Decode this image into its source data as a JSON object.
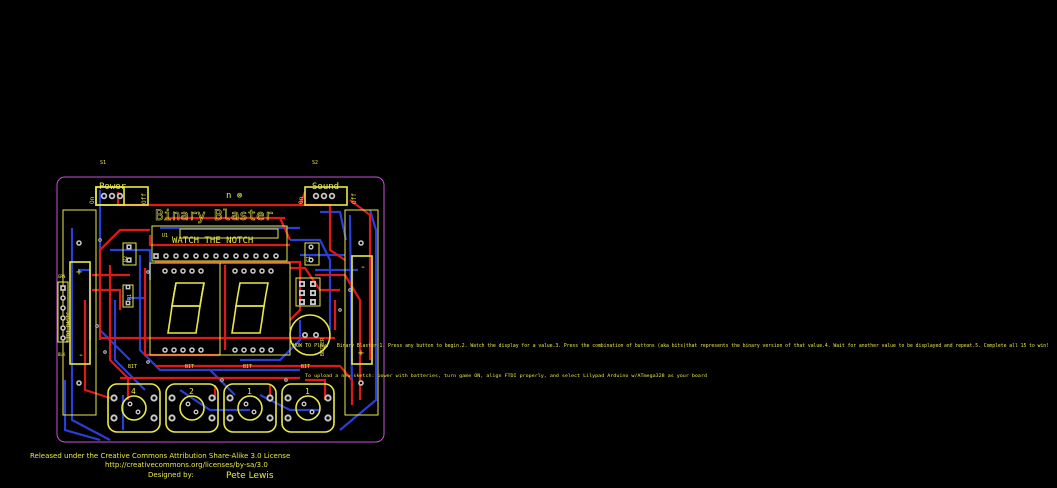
{
  "board": {
    "title": "Binary Blaster",
    "subtitle": "WATCH THE NOTCH",
    "logo": "n ⊗"
  },
  "labels": {
    "s1": "S1",
    "s2": "S2",
    "power": "Power",
    "sound": "Sound",
    "on": "On",
    "off": "Off",
    "ftdi": "FTDI BASIC",
    "ftdi_grn": "GRN",
    "ftdi_blk": "BLK",
    "plus": "+",
    "minus": "-",
    "u1": "U1",
    "r1": "R1",
    "r2": "R2",
    "c1": "C1",
    "buzzer": "BUZZER",
    "bit": "BIT",
    "bit_values": [
      "4",
      "2",
      "1",
      "1"
    ],
    "how_to_play_title": "HOW TO Play:",
    "how_to_play": "Binary Blaster-1. Press any button to begin.2. Watch the display for a value.3. Press the combination of buttons (aka bits)that represents the binary version of that value.4. Wait for another value to be displayed and repeat.5. Complete all 15 to win!",
    "upload_note": "To upload a new sketch: power with batteries, turn game ON, align FTDI properly, and select Lilypad Arduino w/ATmega328 as your board"
  },
  "footer": {
    "license": "Released under the Creative Commons Attribution Share-Alike 3.0 License",
    "url": "http://creativecommons.org/licenses/by-sa/3.0",
    "designed_by": "Designed by:",
    "designer": "Pete Lewis"
  },
  "colors": {
    "silkscreen": "#e8e84a",
    "top_copper": "#e01818",
    "bottom_copper": "#2a3fd8",
    "board_outline": "#c84fd8"
  }
}
